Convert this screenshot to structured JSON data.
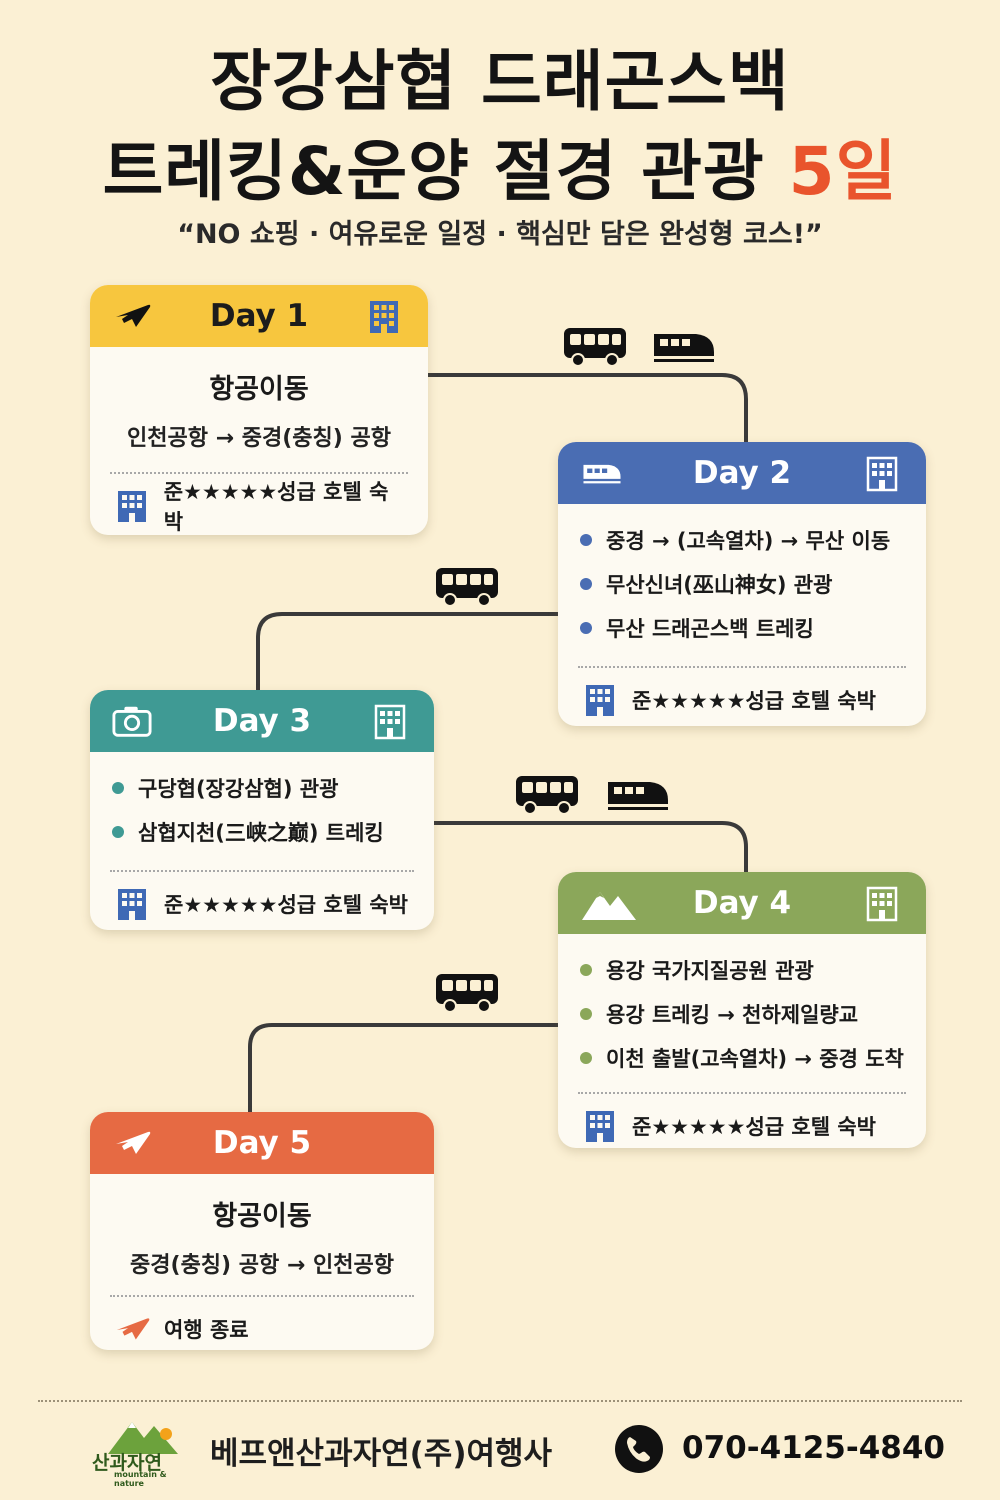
{
  "header": {
    "title_line1": "장강삼협 드래곤스백",
    "title_line2_main": "트레킹&운양 절경 관광",
    "title_line2_accent": "5일",
    "subtitle": "“NO 쇼핑 · 여유로운 일정 · 핵심만 담은 완성형 코스!”",
    "accent_color": "#e9542c"
  },
  "days": [
    {
      "label": "Day 1",
      "color": "#f7c63e",
      "left_icon": "airplane-icon",
      "title": "항공이동",
      "route": "인천공항 → 중경(충칭) 공항",
      "footer": "준★★★★★성급 호텔 숙박",
      "footer_icon": "hotel-icon"
    },
    {
      "label": "Day 2",
      "color": "#4a6db3",
      "left_icon": "train-icon",
      "items": [
        "중경 → (고속열차) → 무산 이동",
        "무산신녀(巫山神女) 관광",
        "무산 드래곤스백 트레킹"
      ],
      "footer": "준★★★★★성급 호텔 숙박",
      "footer_icon": "hotel-icon"
    },
    {
      "label": "Day 3",
      "color": "#3f9a94",
      "left_icon": "camera-icon",
      "items": [
        "구당협(장강삼협) 관광",
        "삼협지천(三峡之巅) 트레킹"
      ],
      "footer": "준★★★★★성급 호텔 숙박",
      "footer_icon": "hotel-icon"
    },
    {
      "label": "Day 4",
      "color": "#8ba75a",
      "left_icon": "mountain-icon",
      "items": [
        "용강 국가지질공원 관광",
        "용강 트레킹 → 천하제일량교",
        "이천 출발(고속열차) → 중경 도착"
      ],
      "footer": "준★★★★★성급 호텔 숙박",
      "footer_icon": "hotel-icon"
    },
    {
      "label": "Day 5",
      "color": "#e66a43",
      "left_icon": "airplane-icon",
      "title": "항공이동",
      "route": "중경(충칭) 공항 → 인천공항",
      "footer": "여행 종료",
      "footer_icon": "airplane-icon"
    }
  ],
  "footer": {
    "company": "베프앤산과자연(주)여행사",
    "phone": "070-4125-4840",
    "logo_text": "산과자연",
    "logo_small": "mountain & nature"
  }
}
